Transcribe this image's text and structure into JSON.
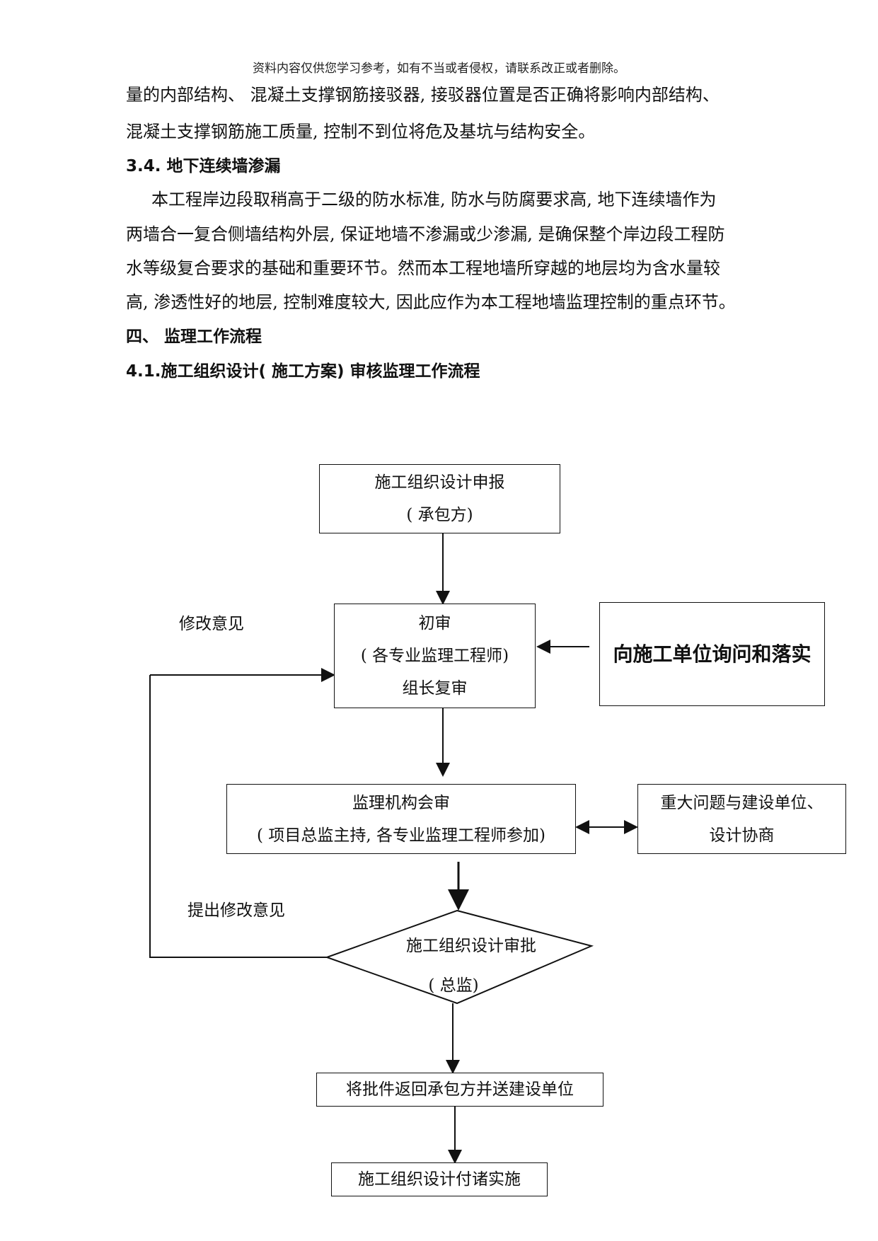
{
  "header_note": "资料内容仅供您学习参考，如有不当或者侵权，请联系改正或者删除。",
  "body": {
    "line1": "量的内部结构、 混凝土支撑钢筋接驳器, 接驳器位置是否正确将影响内部结构、",
    "line2": "混凝土支撑钢筋施工质量, 控制不到位将危及基坑与结构安全。",
    "section_34_title": "3.4.    地下连续墙渗漏",
    "p1_line1": "本工程岸边段取稍高于二级的防水标准, 防水与防腐要求高, 地下连续墙作为",
    "p1_line2": "两墙合一复合侧墙结构外层, 保证地墙不渗漏或少渗漏, 是确保整个岸边段工程防",
    "p1_line3": "水等级复合要求的基础和重要环节。然而本工程地墙所穿越的地层均为含水量较",
    "p1_line4": "高, 渗透性好的地层, 控制难度较大, 因此应作为本工程地墙监理控制的重点环节。",
    "chapter_4_title": "四、  监理工作流程",
    "section_41_title": "4.1.施工组织设计( 施工方案) 审核监理工作流程"
  },
  "flowchart": {
    "submit": {
      "line1": "施工组织设计申报",
      "line2": "( 承包方)"
    },
    "preliminary": {
      "line1": "初审",
      "line2": "( 各专业监理工程师)",
      "line3": "组长复审"
    },
    "inquire": "向施工单位询问和落实",
    "joint_review": {
      "line1": "监理机构会审",
      "line2": "( 项目总监主持, 各专业监理工程师参加)"
    },
    "major_issues": {
      "line1": "重大问题与建设单位、",
      "line2": "设计协商"
    },
    "approval": {
      "line1": "施工组织设计审批",
      "line2": "( 总监)"
    },
    "return": "将批件返回承包方并送建设单位",
    "implement": "施工组织设计付诸实施",
    "label_revise": "修改意见",
    "label_propose_revise": "提出修改意见"
  }
}
